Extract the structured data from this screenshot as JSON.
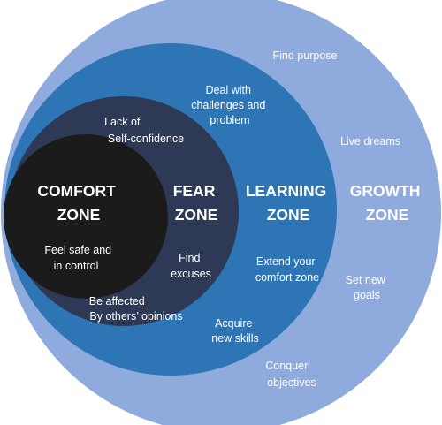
{
  "zones": {
    "growth": {
      "color": "#8faadc",
      "title": [
        "GROWTH",
        "ZONE"
      ],
      "items": {
        "find_purpose": [
          "Find purpose"
        ],
        "live_dreams": [
          "Live dreams"
        ],
        "set_goals": [
          "Set new",
          "goals"
        ],
        "conquer": [
          "Conquer",
          "objectives"
        ]
      }
    },
    "learning": {
      "color": "#2e75b6",
      "title": [
        "LEARNING",
        "ZONE"
      ],
      "items": {
        "deal": [
          "Deal with",
          "challenges and",
          "problem"
        ],
        "extend": [
          "Extend your",
          "comfort zone"
        ],
        "acquire": [
          "Acquire",
          "new skills"
        ]
      }
    },
    "fear": {
      "color": "#2e3a55",
      "title": [
        "FEAR",
        "ZONE"
      ],
      "items": {
        "lack": [
          "Lack of",
          "Self-confidence"
        ],
        "excuses": [
          "Find",
          "excuses"
        ],
        "affected": [
          "Be affected",
          "By others’ opinions"
        ]
      }
    },
    "comfort": {
      "color": "#1b1b1b",
      "title": [
        "COMFORT",
        "ZONE"
      ],
      "items": {
        "safe": [
          "Feel safe and",
          "in control"
        ]
      }
    }
  }
}
